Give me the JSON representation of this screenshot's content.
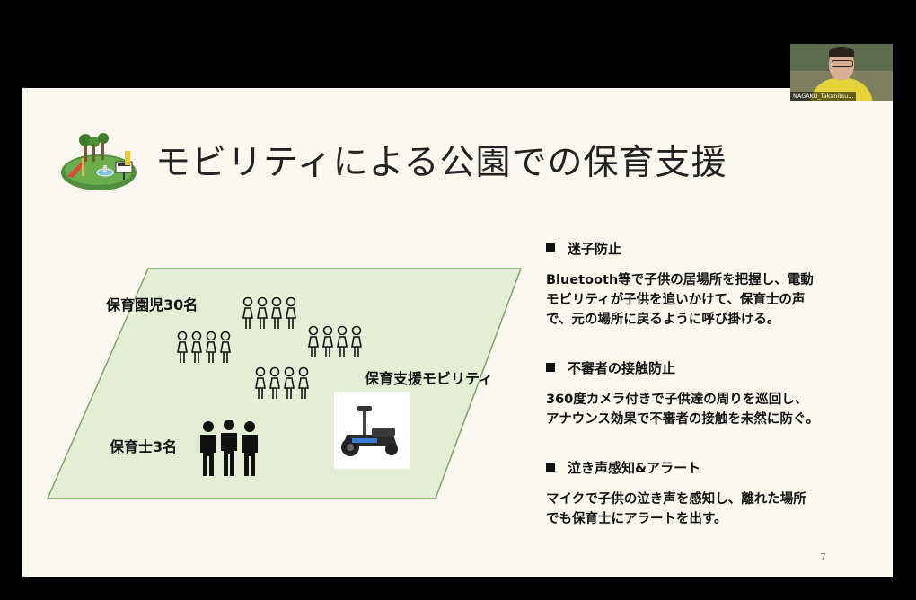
{
  "slide": {
    "title": "モビリティによる公園での保育支援",
    "page_number": "7"
  },
  "diagram": {
    "children_label": "保育園児30名",
    "mobility_label": "保育支援モビリティ",
    "staff_label": "保育士3名"
  },
  "bullets": [
    {
      "heading": "迷子防止",
      "lines": [
        "Bluetooth等で子供の居場所を把握し、電動",
        "モビリティが子供を追いかけて、保育士の声",
        "で、元の場所に戻るように呼び掛ける。"
      ]
    },
    {
      "heading": "不審者の接触防止",
      "lines": [
        "360度カメラ付きで子供達の周りを巡回し、",
        "アナウンス効果で不審者の接触を未然に防ぐ。"
      ]
    },
    {
      "heading": "泣き声感知&アラート",
      "lines": [
        "マイクで子供の泣き声を感知し、離れた場所",
        "でも保育士にアラートを出す。"
      ]
    }
  ],
  "webcam": {
    "participant_name": "NAGAKU_Takanitsu..."
  },
  "colors": {
    "slide_bg": "#fbf9ef",
    "area_fill": "#e3eed5",
    "area_stroke": "#7da46a",
    "frame_bg": "#000000"
  }
}
